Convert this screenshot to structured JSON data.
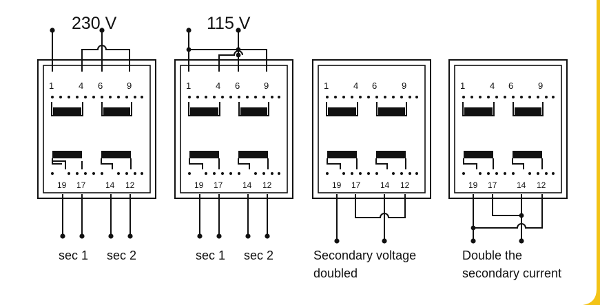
{
  "diagrams": [
    {
      "voltage": "230 V",
      "primary_pins": [
        "1",
        "4",
        "6",
        "9"
      ],
      "secondary_pins": [
        "19",
        "17",
        "14",
        "12"
      ],
      "outputs": [
        "sec 1",
        "sec 2"
      ]
    },
    {
      "voltage": "115 V",
      "primary_pins": [
        "1",
        "4",
        "6",
        "9"
      ],
      "secondary_pins": [
        "19",
        "17",
        "14",
        "12"
      ],
      "outputs": [
        "sec 1",
        "sec 2"
      ]
    },
    {
      "primary_pins": [
        "1",
        "4",
        "6",
        "9"
      ],
      "secondary_pins": [
        "19",
        "17",
        "14",
        "12"
      ],
      "caption_lines": [
        "Secondary voltage",
        "doubled"
      ]
    },
    {
      "primary_pins": [
        "1",
        "4",
        "6",
        "9"
      ],
      "secondary_pins": [
        "19",
        "17",
        "14",
        "12"
      ],
      "caption_lines": [
        "Double the",
        "secondary current"
      ]
    }
  ],
  "colors": {
    "ink": "#111111",
    "accent_edge": "#f3c317",
    "background": "#ffffff"
  }
}
